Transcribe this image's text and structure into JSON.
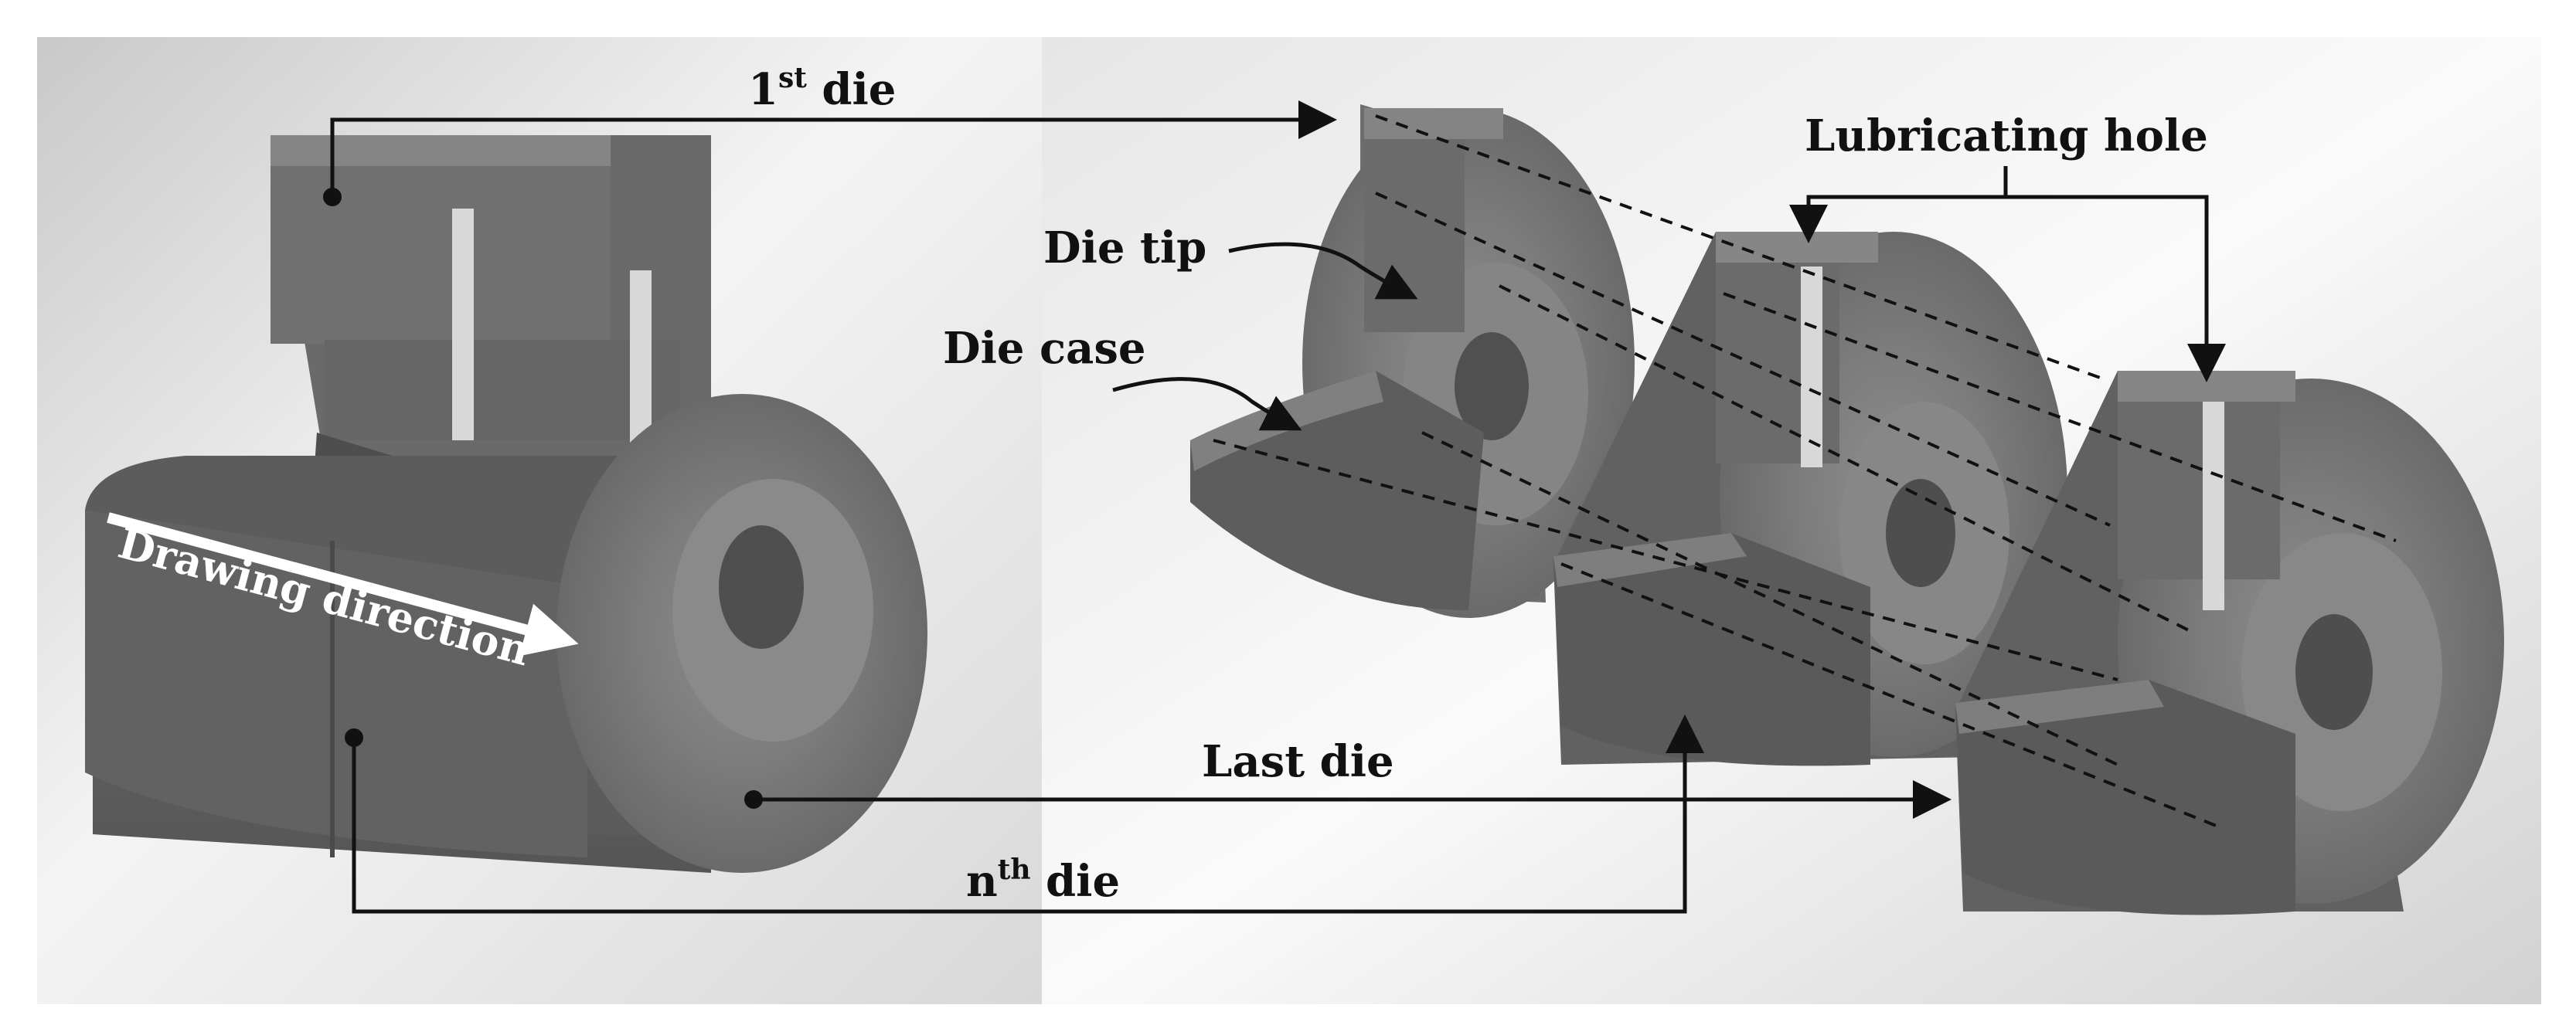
{
  "labels": {
    "first_die": {
      "main": "1",
      "sup": "st",
      "tail": " die"
    },
    "nth_die": {
      "main": "n",
      "sup": "th",
      "tail": " die"
    },
    "last_die": "Last die",
    "lubricating_hole": "Lubricating hole",
    "die_tip": "Die tip",
    "die_case": "Die case",
    "drawing_direction": "Drawing direction"
  },
  "colors": {
    "background_light": "#f7f7f7",
    "background_dark": "#cfcfcf",
    "metal_face": "#7a7a7a",
    "metal_dark": "#5a5a5a",
    "metal_light": "#9a9a9a",
    "line": "#111111",
    "drawing_arrow": "#ffffff"
  }
}
